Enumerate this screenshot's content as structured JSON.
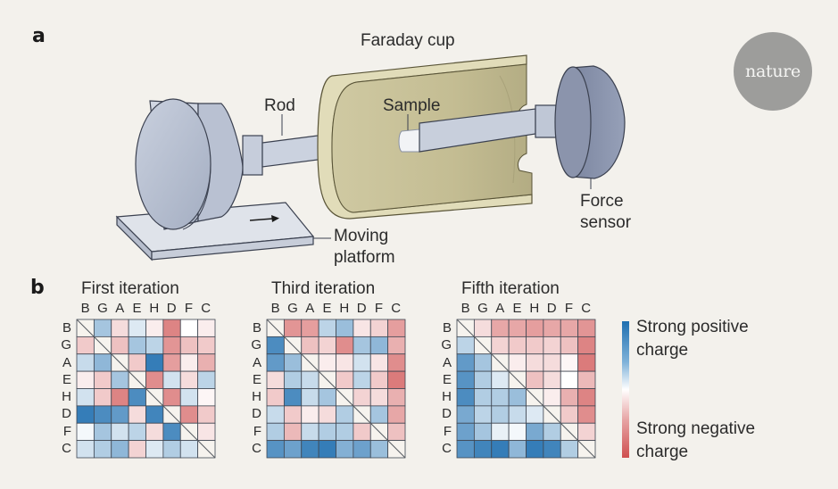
{
  "badge": {
    "text": "nature"
  },
  "panel_a": {
    "label": "a",
    "callouts": {
      "faraday_cup": "Faraday cup",
      "rod": "Rod",
      "sample": "Sample",
      "force_sensor_line1": "Force",
      "force_sensor_line2": "sensor",
      "moving_platform_line1": "Moving",
      "moving_platform_line2": "platform"
    },
    "colors": {
      "cylinder": "#bfc7d6",
      "faraday_cup": "#d8d3ae",
      "force_sensor": "#8b94ac",
      "platform": "#d9dde6"
    }
  },
  "panel_b": {
    "label": "b",
    "legend": {
      "positive_line1": "Strong positive",
      "positive_line2": "charge",
      "negative_line1": "Strong negative",
      "negative_line2": "charge",
      "positive_color": "#1f6fb0",
      "neutral_color": "#ffffff",
      "negative_color": "#cf4f4f"
    }
  },
  "chart_data": [
    {
      "type": "heatmap",
      "title": "First iteration",
      "x_labels": [
        "B",
        "G",
        "A",
        "E",
        "H",
        "D",
        "F",
        "C"
      ],
      "y_labels": [
        "B",
        "G",
        "A",
        "E",
        "H",
        "D",
        "F",
        "C"
      ],
      "value_range": [
        -1,
        1
      ],
      "value_meaning": "positive = strong positive charge (blue), negative = strong negative charge (red); diagonal is blank",
      "values": [
        [
          null,
          0.4,
          -0.2,
          0.15,
          -0.1,
          -0.7,
          0.0,
          -0.1
        ],
        [
          -0.3,
          null,
          -0.35,
          0.4,
          0.3,
          -0.6,
          -0.35,
          -0.3
        ],
        [
          0.25,
          0.5,
          null,
          -0.3,
          0.9,
          -0.55,
          -0.1,
          -0.45
        ],
        [
          -0.1,
          -0.3,
          0.4,
          null,
          -0.65,
          0.2,
          -0.2,
          0.3
        ],
        [
          0.2,
          -0.3,
          -0.7,
          0.8,
          null,
          -0.65,
          0.2,
          -0.05
        ],
        [
          0.9,
          0.8,
          0.7,
          -0.2,
          0.85,
          null,
          -0.65,
          -0.3
        ],
        [
          0.05,
          0.4,
          0.2,
          0.3,
          -0.2,
          0.8,
          null,
          -0.15
        ],
        [
          0.2,
          0.35,
          0.5,
          -0.25,
          0.15,
          0.35,
          0.2,
          null
        ]
      ]
    },
    {
      "type": "heatmap",
      "title": "Third iteration",
      "x_labels": [
        "B",
        "G",
        "A",
        "E",
        "H",
        "D",
        "F",
        "C"
      ],
      "y_labels": [
        "B",
        "G",
        "A",
        "E",
        "H",
        "D",
        "F",
        "C"
      ],
      "value_range": [
        -1,
        1
      ],
      "values": [
        [
          null,
          -0.6,
          -0.55,
          0.3,
          0.45,
          -0.15,
          -0.25,
          -0.55
        ],
        [
          0.8,
          null,
          -0.35,
          -0.25,
          -0.65,
          0.4,
          0.5,
          -0.45
        ],
        [
          0.7,
          0.45,
          null,
          -0.1,
          -0.15,
          0.2,
          -0.15,
          -0.65
        ],
        [
          -0.2,
          0.35,
          0.25,
          null,
          -0.3,
          0.3,
          -0.3,
          -0.75
        ],
        [
          -0.3,
          0.8,
          0.25,
          0.4,
          null,
          -0.25,
          -0.2,
          -0.45
        ],
        [
          0.25,
          -0.3,
          -0.1,
          -0.2,
          0.35,
          null,
          0.4,
          -0.5
        ],
        [
          0.35,
          -0.4,
          0.25,
          0.35,
          0.35,
          -0.3,
          null,
          -0.35
        ],
        [
          0.75,
          0.65,
          0.85,
          0.9,
          0.55,
          0.65,
          0.45,
          null
        ]
      ]
    },
    {
      "type": "heatmap",
      "title": "Fifth iteration",
      "x_labels": [
        "B",
        "G",
        "A",
        "E",
        "H",
        "D",
        "F",
        "C"
      ],
      "y_labels": [
        "B",
        "G",
        "A",
        "E",
        "H",
        "D",
        "F",
        "C"
      ],
      "value_range": [
        -1,
        1
      ],
      "values": [
        [
          null,
          -0.2,
          -0.5,
          -0.5,
          -0.55,
          -0.5,
          -0.5,
          -0.6
        ],
        [
          0.3,
          null,
          -0.25,
          -0.3,
          -0.3,
          -0.25,
          -0.35,
          -0.7
        ],
        [
          0.7,
          0.4,
          null,
          -0.1,
          -0.2,
          -0.2,
          -0.05,
          -0.75
        ],
        [
          0.75,
          0.35,
          0.15,
          null,
          -0.35,
          -0.2,
          0.0,
          -0.4
        ],
        [
          0.8,
          0.35,
          0.35,
          0.45,
          null,
          -0.1,
          -0.45,
          -0.7
        ],
        [
          0.6,
          0.3,
          0.35,
          0.25,
          0.15,
          null,
          -0.3,
          -0.65
        ],
        [
          0.65,
          0.4,
          0.1,
          0.05,
          0.6,
          0.35,
          null,
          -0.25
        ],
        [
          0.75,
          0.85,
          0.9,
          0.5,
          0.9,
          0.85,
          0.35,
          null
        ]
      ]
    }
  ]
}
